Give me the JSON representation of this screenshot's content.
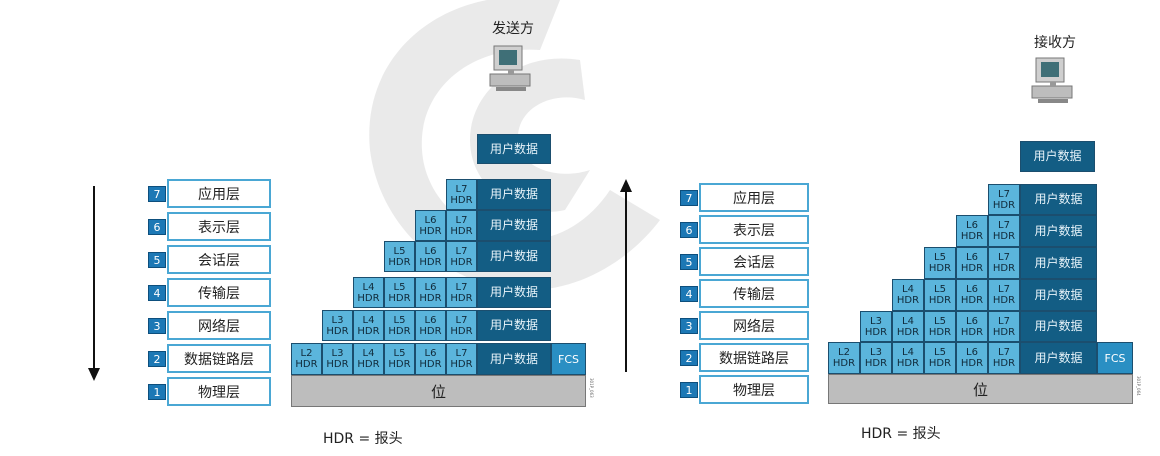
{
  "sender": {
    "title": "发送方"
  },
  "receiver": {
    "title": "接收方"
  },
  "layers": [
    {
      "num": "7",
      "name": "应用层"
    },
    {
      "num": "6",
      "name": "表示层"
    },
    {
      "num": "5",
      "name": "会话层"
    },
    {
      "num": "4",
      "name": "传输层"
    },
    {
      "num": "3",
      "name": "网络层"
    },
    {
      "num": "2",
      "name": "数据链路层"
    },
    {
      "num": "1",
      "name": "物理层"
    }
  ],
  "cells": {
    "user_data": "用户数据",
    "fcs": "FCS",
    "bits": "位",
    "hdr": [
      "L2\nHDR",
      "L3\nHDR",
      "L4\nHDR",
      "L5\nHDR",
      "L6\nHDR",
      "L7\nHDR"
    ]
  },
  "legend": "HDR = 报头",
  "figure_codes": [
    "301P_063",
    "301P_064"
  ],
  "colors": {
    "header_cell": "#5bb5dc",
    "data_cell": "#135d84",
    "bits": "#bdbdbd",
    "layer_border": "#4aa7d4",
    "layer_num": "#1c78b5"
  }
}
